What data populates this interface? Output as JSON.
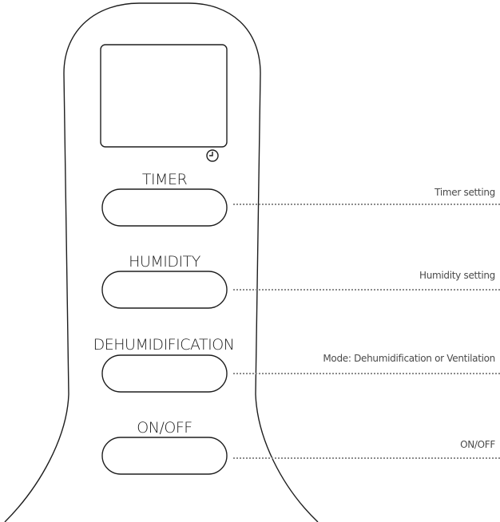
{
  "controls": [
    {
      "key": "timer",
      "label": "TIMER",
      "callout": "Timer setting"
    },
    {
      "key": "humidity",
      "label": "HUMIDITY",
      "callout": "Humidity setting"
    },
    {
      "key": "mode",
      "label": "DEHUMIDIFICATION",
      "callout": "Mode: Dehumidification or Ventilation"
    },
    {
      "key": "power",
      "label": "ON/OFF",
      "callout": "ON/OFF"
    }
  ],
  "display": {
    "icon": "clock-icon"
  }
}
